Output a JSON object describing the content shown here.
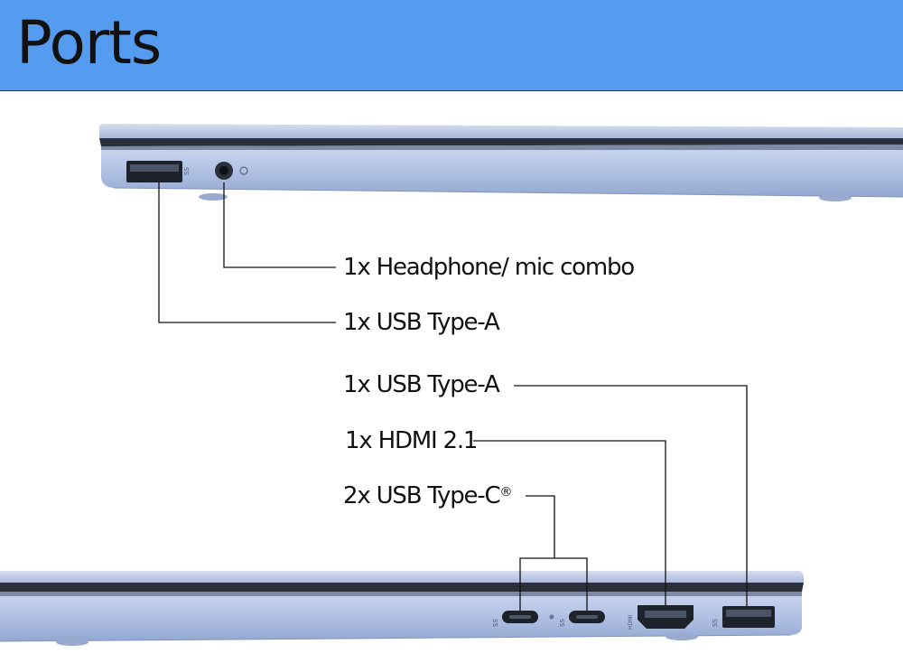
{
  "header": {
    "title": "Ports",
    "color": "#559cf0"
  },
  "laptop_color": "#aebfe2",
  "left_side": {
    "icons": [
      "usb-a-port",
      "headphone-jack"
    ],
    "callouts": [
      {
        "text": "1x Headphone/ mic combo"
      },
      {
        "text": "1x USB Type-A"
      }
    ]
  },
  "right_side": {
    "icons": [
      "usb-c-port",
      "usb-c-port",
      "hdmi-port",
      "usb-a-port"
    ],
    "callouts": [
      {
        "text": "1x USB Type-A"
      },
      {
        "text": "1x HDMI 2.1"
      },
      {
        "text": "2x USB Type-C",
        "mark": "®"
      }
    ]
  }
}
